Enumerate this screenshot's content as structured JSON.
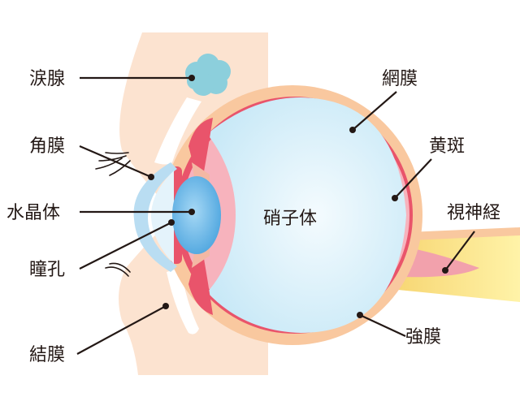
{
  "labels": {
    "lacrimal_gland": "涙腺",
    "cornea": "角膜",
    "lens": "水晶体",
    "pupil": "瞳孔",
    "conjunctiva": "結膜",
    "retina": "網膜",
    "macula": "黄斑",
    "optic_nerve": "視神経",
    "sclera": "強膜",
    "vitreous_body": "硝子体"
  },
  "colors": {
    "skin": "#fce3d0",
    "sclera": "#f9c89f",
    "retina": "#e9546b",
    "vitreous": "#d8f0fa",
    "lens": "#7fc2ea",
    "cornea": "#b9ddf2",
    "gland": "#8ccfdc",
    "optic_nerve": "#f2a1ac",
    "nerve_sheath": "#fbe08a",
    "text": "#231815"
  },
  "icons": [
    "eyelash-icon"
  ]
}
